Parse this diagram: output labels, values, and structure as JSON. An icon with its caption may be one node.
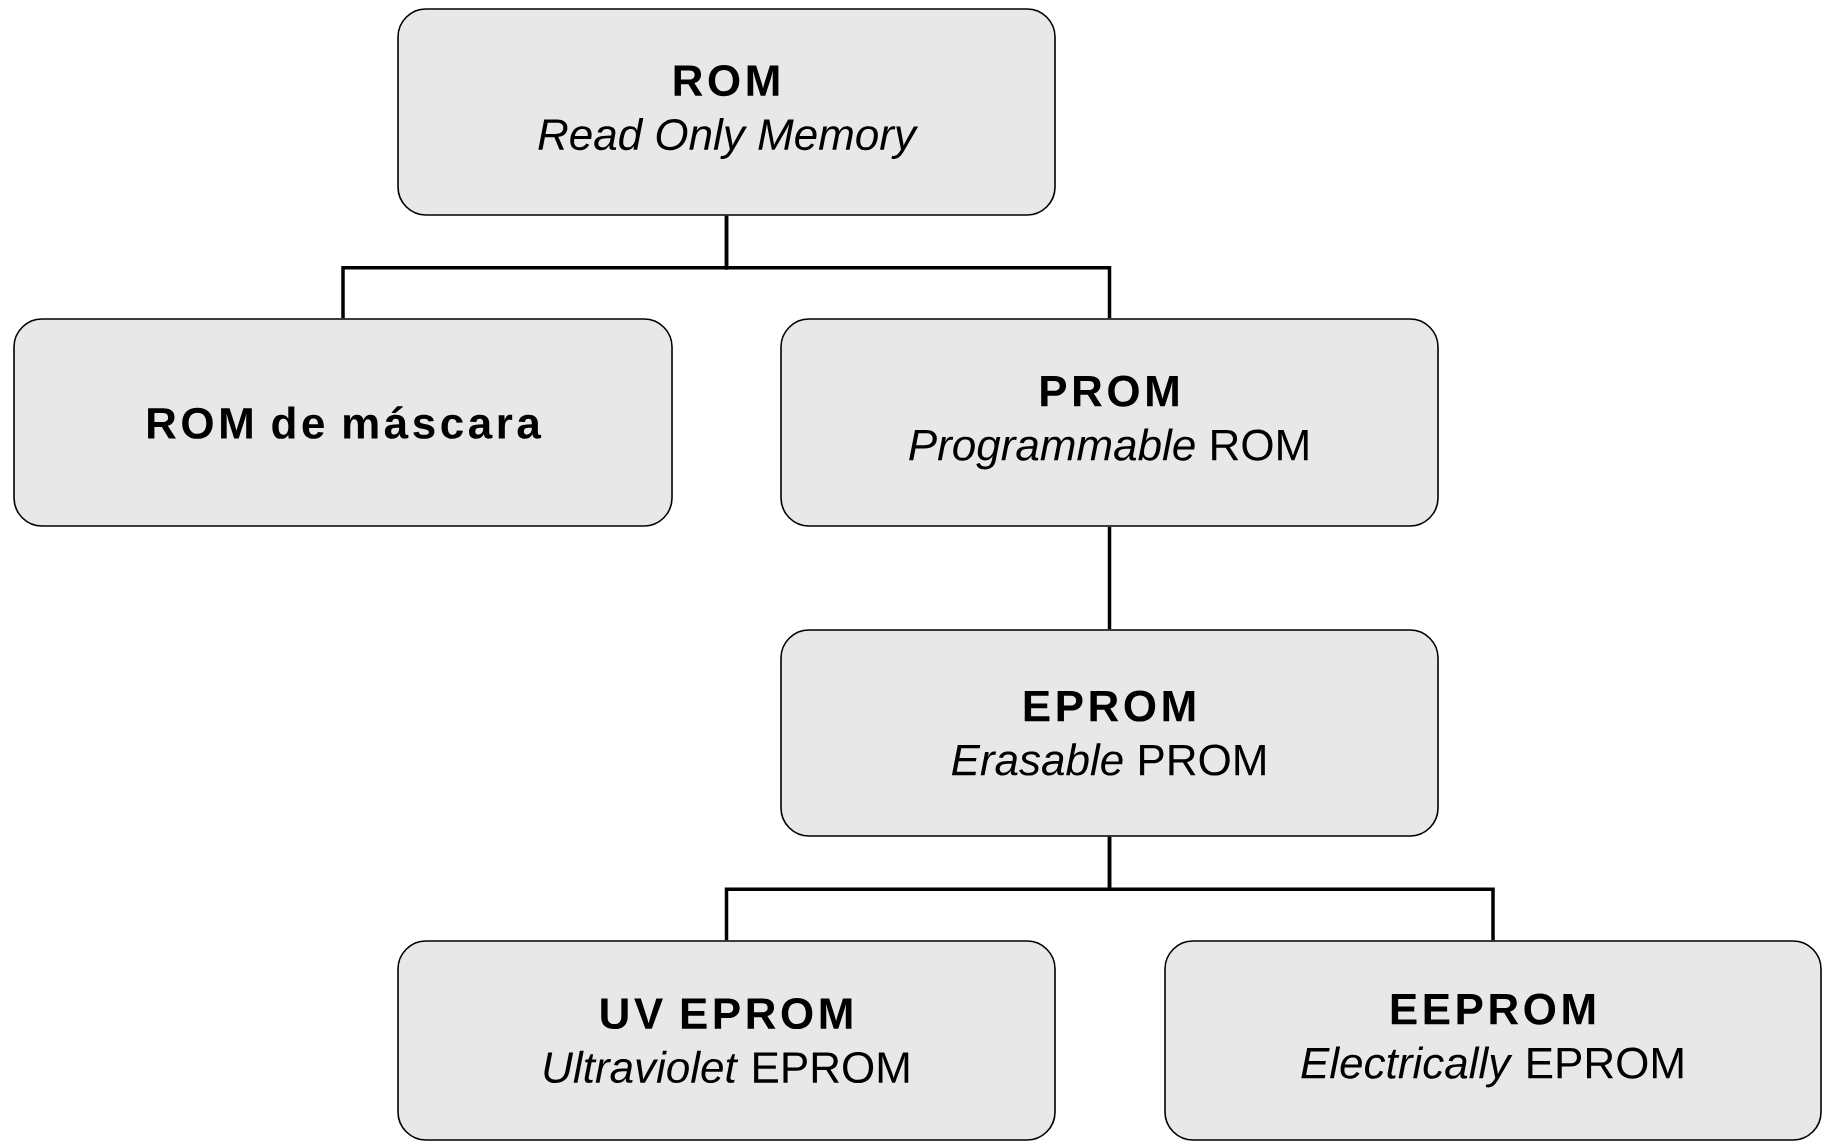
{
  "diagram": {
    "nodes": [
      {
        "text": [
          "ROM",
          "Read Only Memory"
        ]
      },
      {
        "text": [
          "ROM  de máscara"
        ]
      },
      {
        "text": [
          "PROM",
          "*Programmable* ROM"
        ]
      },
      {
        "text": [
          "EPROM",
          "*Erasable* PROM"
        ]
      },
      {
        "text": [
          "UV EPROM",
          "*Ultraviolet* EPROM"
        ]
      },
      {
        "text": [
          "EEPROM",
          "*Electrically* EPROM"
        ]
      }
    ],
    "edges": [
      {
        "from": 0,
        "to": 1,
        "arrow": "none"
      },
      {
        "from": 0,
        "to": 2,
        "arrow": "none"
      },
      {
        "from": 2,
        "to": 3,
        "arrow": "none"
      },
      {
        "from": 3,
        "to": 4,
        "arrow": "none"
      },
      {
        "from": 3,
        "to": 5,
        "arrow": "none"
      }
    ]
  }
}
